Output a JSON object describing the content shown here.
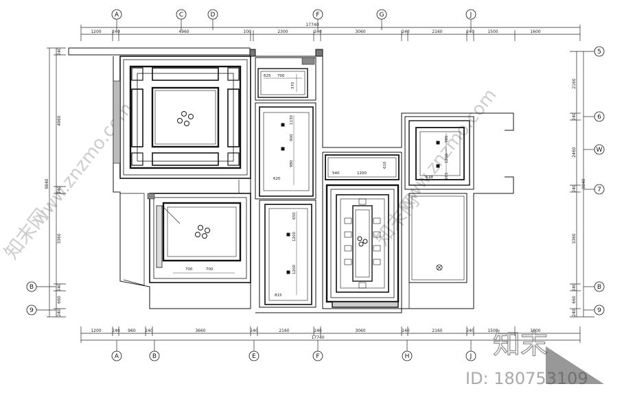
{
  "axes": {
    "top": [
      "A",
      "C",
      "D",
      "F",
      "G",
      "J"
    ],
    "bottom": [
      "A",
      "B",
      "E",
      "F",
      "H",
      "J"
    ],
    "left": [
      "B",
      "9"
    ],
    "right": [
      "5",
      "6",
      "W",
      "7",
      "B",
      "9"
    ]
  },
  "dimensions": {
    "top_segments": [
      "1200",
      "240",
      "4960",
      "100",
      "2300",
      "240",
      "3060",
      "240",
      "2160",
      "240",
      "1500",
      "1600"
    ],
    "top_total": "17740",
    "bottom_segments": [
      "1200",
      "240",
      "960",
      "240",
      "3660",
      "240",
      "2160",
      "240",
      "3060",
      "240",
      "2160",
      "240",
      "1500",
      "1600"
    ],
    "bottom_total": "17740",
    "left_segments": [
      "240",
      "4960",
      "240",
      "3360",
      "240",
      "660",
      "240"
    ],
    "left_total": "9840",
    "right_segments": [
      "2160",
      "240",
      "2460",
      "240",
      "3360",
      "240",
      "660",
      "240"
    ],
    "right_total": "9840"
  },
  "room_dims": {
    "top_small_room": [
      "625",
      "700",
      "370"
    ],
    "upper_mid_room": [
      "1130",
      "900",
      "980",
      "620"
    ],
    "lower_mid_room": [
      "650",
      "1200",
      "1200",
      "815"
    ],
    "dining_room": [
      "540",
      "1200",
      "610"
    ],
    "right_room": [
      "985",
      "1200",
      "985",
      "610"
    ],
    "living_room": [
      "700",
      "700"
    ]
  },
  "watermark": {
    "logo_text": "知末",
    "id_text": "ID: 180753109",
    "diagonal_text": "www.znzmo.com",
    "diagonal_cn": "知末网"
  }
}
